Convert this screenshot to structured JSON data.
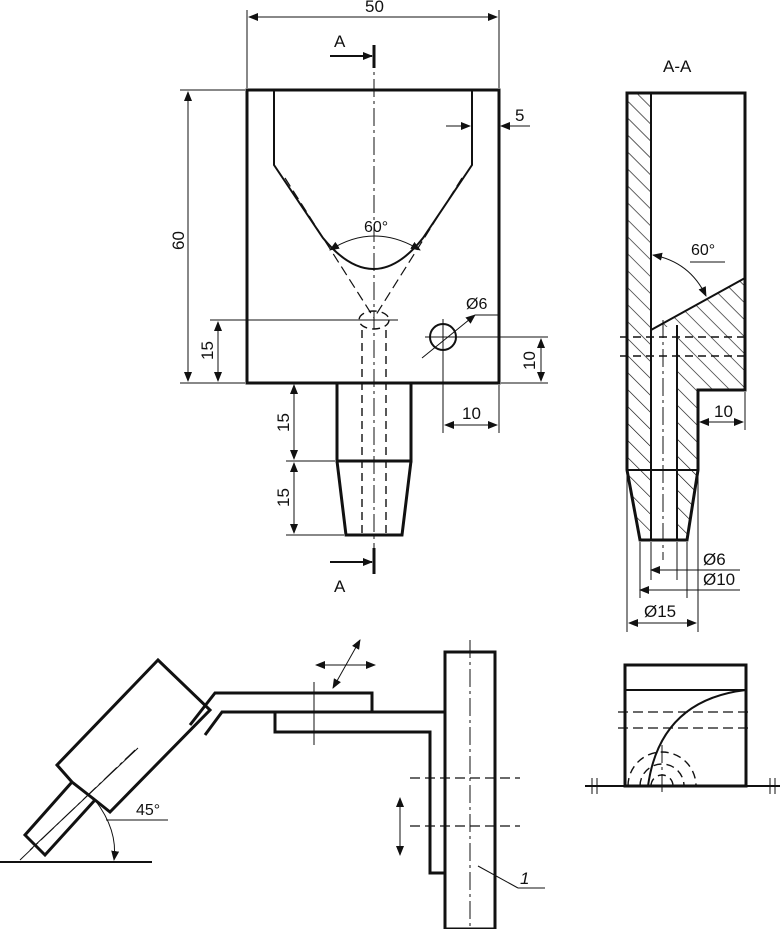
{
  "front_view": {
    "width_dim": "50",
    "height_dim": "60",
    "wall_dim": "5",
    "angle_dim": "60°",
    "hole_dia": "Ø6",
    "bottom_hole_height": "15",
    "hole_height": "10",
    "hole_offset": "10",
    "stem_top_height": "15",
    "stem_bottom_height": "15",
    "section_label_top": "A",
    "section_label_bottom": "A"
  },
  "section_view": {
    "title": "A-A",
    "angle_dim": "60°",
    "width_dim": "10",
    "dia_small": "Ø6",
    "dia_mid": "Ø10",
    "dia_large": "Ø15"
  },
  "assembly": {
    "angle_dim": "45°",
    "part_number": "1"
  }
}
